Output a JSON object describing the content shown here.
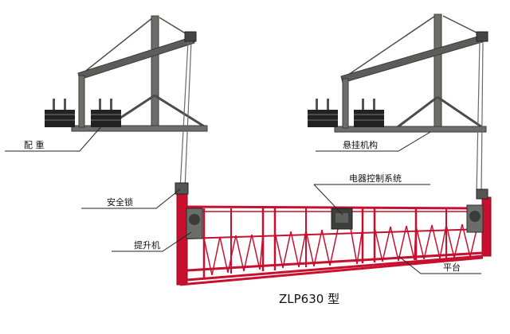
{
  "labels": {
    "counterweight": "配 重",
    "suspension": "悬挂机构",
    "electrical": "电器控制系统",
    "safety_lock": "安全锁",
    "hoist": "提升机",
    "platform": "平台"
  },
  "caption": "ZLP630 型",
  "colors": {
    "platform": "#c8102e",
    "steel": "#4a4d4a",
    "weight": "#222222",
    "wire": "#6a6a6a"
  }
}
